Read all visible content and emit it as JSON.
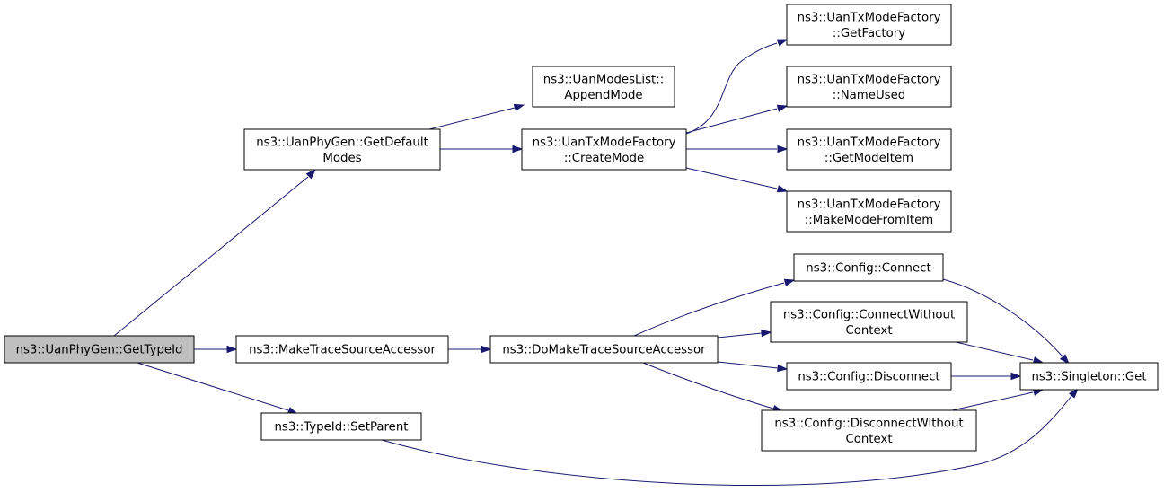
{
  "diagram": {
    "type": "call-graph",
    "colors": {
      "edge": "#191970",
      "root_fill": "#bfbfbf",
      "node_fill": "#ffffff",
      "node_border": "#000000"
    },
    "nodes": [
      {
        "id": "gettypeid",
        "lines": [
          "ns3::UanPhyGen::GetTypeId"
        ],
        "root": true
      },
      {
        "id": "getdefaultmodes",
        "lines": [
          "ns3::UanPhyGen::GetDefault",
          "Modes"
        ]
      },
      {
        "id": "appendmode",
        "lines": [
          "ns3::UanModesList::",
          "AppendMode"
        ]
      },
      {
        "id": "createmode",
        "lines": [
          "ns3::UanTxModeFactory",
          "::CreateMode"
        ]
      },
      {
        "id": "getfactory",
        "lines": [
          "ns3::UanTxModeFactory",
          "::GetFactory"
        ]
      },
      {
        "id": "nameused",
        "lines": [
          "ns3::UanTxModeFactory",
          "::NameUsed"
        ]
      },
      {
        "id": "getmodeitem",
        "lines": [
          "ns3::UanTxModeFactory",
          "::GetModeItem"
        ]
      },
      {
        "id": "makemodefromitem",
        "lines": [
          "ns3::UanTxModeFactory",
          "::MakeModeFromItem"
        ]
      },
      {
        "id": "maketracesourceaccessor",
        "lines": [
          "ns3::MakeTraceSourceAccessor"
        ]
      },
      {
        "id": "domaketracesourceaccessor",
        "lines": [
          "ns3::DoMakeTraceSourceAccessor"
        ]
      },
      {
        "id": "connect",
        "lines": [
          "ns3::Config::Connect"
        ]
      },
      {
        "id": "connectwithoutcontext",
        "lines": [
          "ns3::Config::ConnectWithout",
          "Context"
        ]
      },
      {
        "id": "disconnect",
        "lines": [
          "ns3::Config::Disconnect"
        ]
      },
      {
        "id": "disconnectwithoutcontext",
        "lines": [
          "ns3::Config::DisconnectWithout",
          "Context"
        ]
      },
      {
        "id": "singletonget",
        "lines": [
          "ns3::Singleton::Get"
        ]
      },
      {
        "id": "setparent",
        "lines": [
          "ns3::TypeId::SetParent"
        ]
      }
    ],
    "edges": [
      {
        "from": "gettypeid",
        "to": "getdefaultmodes"
      },
      {
        "from": "gettypeid",
        "to": "maketracesourceaccessor"
      },
      {
        "from": "gettypeid",
        "to": "setparent"
      },
      {
        "from": "getdefaultmodes",
        "to": "appendmode"
      },
      {
        "from": "getdefaultmodes",
        "to": "createmode"
      },
      {
        "from": "createmode",
        "to": "getfactory"
      },
      {
        "from": "createmode",
        "to": "nameused"
      },
      {
        "from": "createmode",
        "to": "getmodeitem"
      },
      {
        "from": "createmode",
        "to": "makemodefromitem"
      },
      {
        "from": "maketracesourceaccessor",
        "to": "domaketracesourceaccessor"
      },
      {
        "from": "domaketracesourceaccessor",
        "to": "connect"
      },
      {
        "from": "domaketracesourceaccessor",
        "to": "connectwithoutcontext"
      },
      {
        "from": "domaketracesourceaccessor",
        "to": "disconnect"
      },
      {
        "from": "domaketracesourceaccessor",
        "to": "disconnectwithoutcontext"
      },
      {
        "from": "connect",
        "to": "singletonget"
      },
      {
        "from": "connectwithoutcontext",
        "to": "singletonget"
      },
      {
        "from": "disconnect",
        "to": "singletonget"
      },
      {
        "from": "disconnectwithoutcontext",
        "to": "singletonget"
      },
      {
        "from": "setparent",
        "to": "singletonget"
      }
    ]
  }
}
